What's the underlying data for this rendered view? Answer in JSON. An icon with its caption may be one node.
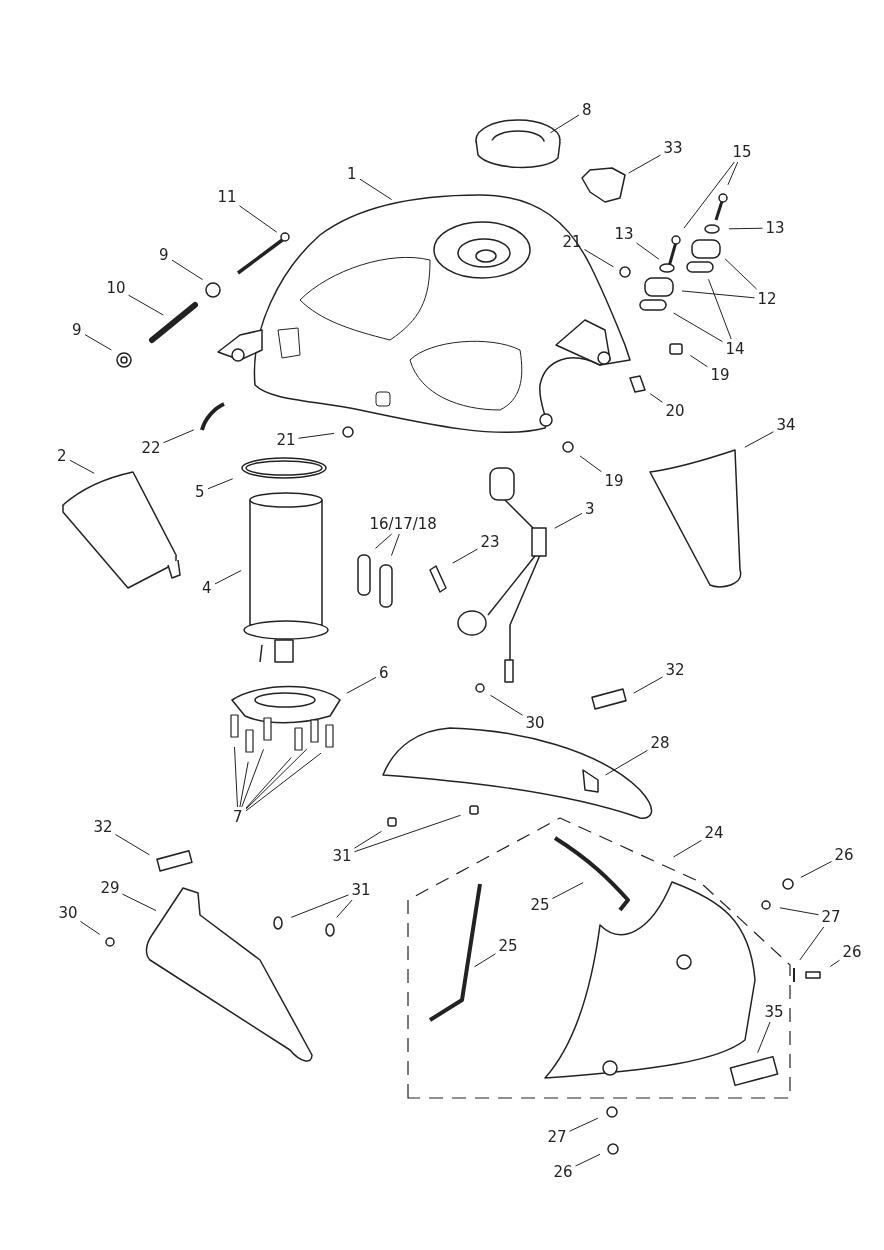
{
  "diagram": {
    "nodes": [
      {
        "text": [
          "8"
        ]
      },
      {
        "text": [
          "33"
        ]
      },
      {
        "text": [
          "15"
        ]
      },
      {
        "text": [
          "1"
        ]
      },
      {
        "text": [
          "11"
        ]
      },
      {
        "text": [
          "13"
        ]
      },
      {
        "text": [
          "13"
        ]
      },
      {
        "text": [
          "21"
        ]
      },
      {
        "text": [
          "9"
        ]
      },
      {
        "text": [
          "10"
        ]
      },
      {
        "text": [
          "12"
        ]
      },
      {
        "text": [
          "9"
        ]
      },
      {
        "text": [
          "14"
        ]
      },
      {
        "text": [
          "19"
        ]
      },
      {
        "text": [
          "20"
        ]
      },
      {
        "text": [
          "21"
        ]
      },
      {
        "text": [
          "22"
        ]
      },
      {
        "text": [
          "34"
        ]
      },
      {
        "text": [
          "2"
        ]
      },
      {
        "text": [
          "19"
        ]
      },
      {
        "text": [
          "5"
        ]
      },
      {
        "text": [
          "16/17/18"
        ]
      },
      {
        "text": [
          "3"
        ]
      },
      {
        "text": [
          "23"
        ]
      },
      {
        "text": [
          "4"
        ]
      },
      {
        "text": [
          "6"
        ]
      },
      {
        "text": [
          "32"
        ]
      },
      {
        "text": [
          "30"
        ]
      },
      {
        "text": [
          "28"
        ]
      },
      {
        "text": [
          "7"
        ]
      },
      {
        "text": [
          "24"
        ]
      },
      {
        "text": [
          "32"
        ]
      },
      {
        "text": [
          "31"
        ]
      },
      {
        "text": [
          "26"
        ]
      },
      {
        "text": [
          "29"
        ]
      },
      {
        "text": [
          "31"
        ]
      },
      {
        "text": [
          "27"
        ]
      },
      {
        "text": [
          "30"
        ]
      },
      {
        "text": [
          "25"
        ]
      },
      {
        "text": [
          "25"
        ]
      },
      {
        "text": [
          "26"
        ]
      },
      {
        "text": [
          "35"
        ]
      },
      {
        "text": [
          "27"
        ]
      },
      {
        "text": [
          "26"
        ]
      }
    ],
    "edges": [
      {
        "from": 0,
        "to": null,
        "arrow": "none"
      },
      {
        "from": 1,
        "to": null,
        "arrow": "none"
      },
      {
        "from": 2,
        "to": null,
        "arrow": "none"
      },
      {
        "from": 2,
        "to": null,
        "arrow": "none"
      },
      {
        "from": 3,
        "to": null,
        "arrow": "none"
      },
      {
        "from": 4,
        "to": null,
        "arrow": "none"
      },
      {
        "from": 5,
        "to": null,
        "arrow": "none"
      },
      {
        "from": 6,
        "to": null,
        "arrow": "none"
      },
      {
        "from": 7,
        "to": null,
        "arrow": "none"
      },
      {
        "from": 8,
        "to": null,
        "arrow": "none"
      },
      {
        "from": 9,
        "to": null,
        "arrow": "none"
      },
      {
        "from": 10,
        "to": null,
        "arrow": "none"
      },
      {
        "from": 10,
        "to": null,
        "arrow": "none"
      },
      {
        "from": 11,
        "to": null,
        "arrow": "none"
      },
      {
        "from": 12,
        "to": null,
        "arrow": "none"
      },
      {
        "from": 12,
        "to": null,
        "arrow": "none"
      },
      {
        "from": 13,
        "to": null,
        "arrow": "none"
      },
      {
        "from": 14,
        "to": null,
        "arrow": "none"
      },
      {
        "from": 15,
        "to": null,
        "arrow": "none"
      },
      {
        "from": 16,
        "to": null,
        "arrow": "none"
      },
      {
        "from": 17,
        "to": null,
        "arrow": "none"
      },
      {
        "from": 18,
        "to": null,
        "arrow": "none"
      },
      {
        "from": 19,
        "to": null,
        "arrow": "none"
      },
      {
        "from": 20,
        "to": null,
        "arrow": "none"
      },
      {
        "from": 21,
        "to": null,
        "arrow": "none"
      },
      {
        "from": 21,
        "to": null,
        "arrow": "none"
      },
      {
        "from": 22,
        "to": null,
        "arrow": "none"
      },
      {
        "from": 23,
        "to": null,
        "arrow": "none"
      },
      {
        "from": 24,
        "to": null,
        "arrow": "none"
      },
      {
        "from": 25,
        "to": null,
        "arrow": "none"
      },
      {
        "from": 26,
        "to": null,
        "arrow": "none"
      },
      {
        "from": 27,
        "to": null,
        "arrow": "none"
      },
      {
        "from": 28,
        "to": null,
        "arrow": "none"
      },
      {
        "from": 29,
        "to": null,
        "arrow": "none"
      },
      {
        "from": 29,
        "to": null,
        "arrow": "none"
      },
      {
        "from": 29,
        "to": null,
        "arrow": "none"
      },
      {
        "from": 29,
        "to": null,
        "arrow": "none"
      },
      {
        "from": 29,
        "to": null,
        "arrow": "none"
      },
      {
        "from": 29,
        "to": null,
        "arrow": "none"
      },
      {
        "from": 30,
        "to": null,
        "arrow": "none"
      },
      {
        "from": 31,
        "to": null,
        "arrow": "none"
      },
      {
        "from": 32,
        "to": null,
        "arrow": "none"
      },
      {
        "from": 32,
        "to": null,
        "arrow": "none"
      },
      {
        "from": 33,
        "to": null,
        "arrow": "none"
      },
      {
        "from": 34,
        "to": null,
        "arrow": "none"
      },
      {
        "from": 35,
        "to": null,
        "arrow": "none"
      },
      {
        "from": 35,
        "to": null,
        "arrow": "none"
      },
      {
        "from": 36,
        "to": null,
        "arrow": "none"
      },
      {
        "from": 36,
        "to": null,
        "arrow": "none"
      },
      {
        "from": 37,
        "to": null,
        "arrow": "none"
      },
      {
        "from": 38,
        "to": null,
        "arrow": "none"
      },
      {
        "from": 39,
        "to": null,
        "arrow": "none"
      },
      {
        "from": 40,
        "to": null,
        "arrow": "none"
      },
      {
        "from": 41,
        "to": null,
        "arrow": "none"
      },
      {
        "from": 42,
        "to": null,
        "arrow": "none"
      },
      {
        "from": 43,
        "to": null,
        "arrow": "none"
      }
    ]
  }
}
